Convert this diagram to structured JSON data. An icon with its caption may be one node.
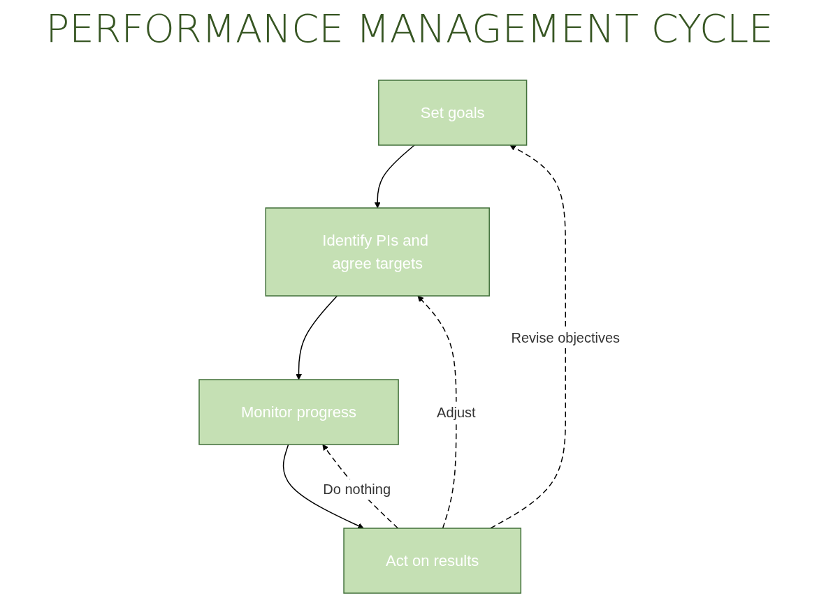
{
  "diagram": {
    "title": "PERFORMANCE MANAGEMENT CYCLE",
    "nodes": [
      {
        "text": [
          "Set goals"
        ]
      },
      {
        "text": [
          "Identify PIs and agree targets"
        ]
      },
      {
        "text": [
          "Monitor progress"
        ]
      },
      {
        "text": [
          "Act on results"
        ]
      }
    ],
    "edges": [
      {
        "from": 0,
        "to": 1,
        "arrow": "to"
      },
      {
        "from": 1,
        "to": 2,
        "arrow": "to"
      },
      {
        "from": 2,
        "to": 3,
        "arrow": "to"
      },
      {
        "from": 3,
        "to": 0,
        "arrow": "to",
        "style": "dashed",
        "label": "Revise objectives"
      },
      {
        "from": 3,
        "to": 1,
        "arrow": "to",
        "style": "dashed",
        "label": "Adjust"
      },
      {
        "from": 3,
        "to": 2,
        "arrow": "to",
        "style": "dashed",
        "label": "Do nothing"
      }
    ]
  }
}
